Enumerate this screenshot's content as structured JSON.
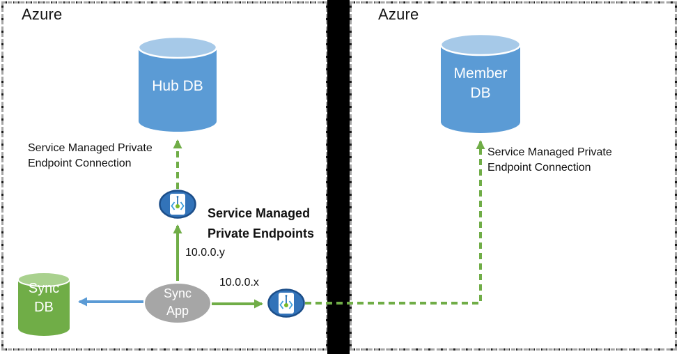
{
  "diagram": {
    "left_region": {
      "title": "Azure",
      "hub_db_label": "Hub DB",
      "sync_db_label": "Sync\nDB",
      "sync_app_label": "Sync\nApp",
      "endpoint_connection_label": "Service Managed Private\nEndpoint Connection",
      "private_endpoints_label": "Service Managed\nPrivate Endpoints",
      "ip_y": "10.0.0.y",
      "ip_x": "10.0.0.x"
    },
    "right_region": {
      "title": "Azure",
      "member_db_label": "Member\nDB",
      "endpoint_connection_label": "Service Managed Private\nEndpoint Connection"
    },
    "icons": [
      {
        "name": "private-endpoint-icon",
        "meaning": "Azure private endpoint (angle brackets with green pin)"
      }
    ],
    "colors": {
      "db_blue": "#5b9bd5",
      "db_blue_top": "#a6c9e8",
      "db_green": "#70ad47",
      "db_green_top": "#a9d18e",
      "app_gray": "#a6a6a6",
      "endpoint_ellipse_fill": "#3273b9",
      "endpoint_ellipse_border": "#1c4e89",
      "arrow_green": "#70ad47",
      "arrow_blue": "#5b9bd5",
      "divider_black": "#000000",
      "box_border_gray": "#a6a6a6"
    }
  }
}
